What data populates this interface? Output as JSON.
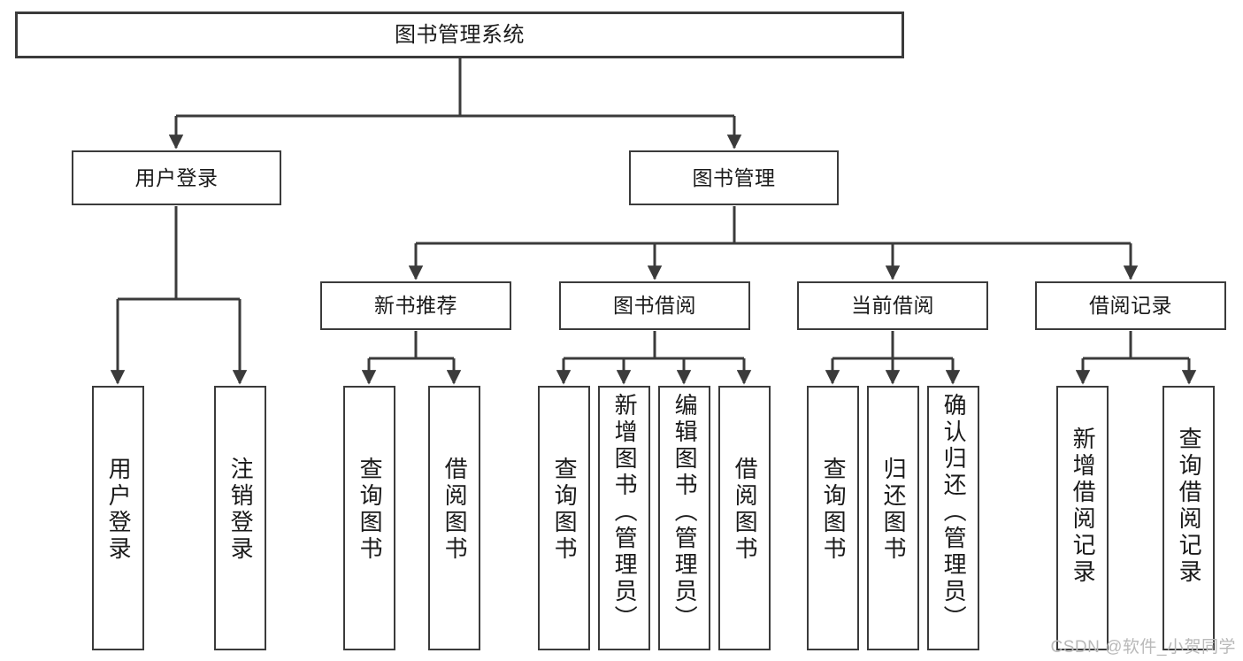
{
  "diagram": {
    "title": "图书管理系统",
    "type": "hierarchy-tree",
    "background_color": "#ffffff",
    "line_color": "#3b3b3b",
    "box_border_color": "#3b3b3b",
    "text_color": "#1a1a1a",
    "levels": 4
  },
  "root": {
    "label": "图书管理系统"
  },
  "level2": {
    "user_login": {
      "label": "用户登录"
    },
    "book_manage": {
      "label": "图书管理"
    }
  },
  "level3": {
    "new_book_recommend": {
      "label": "新书推荐"
    },
    "book_borrow": {
      "label": "图书借阅"
    },
    "current_borrow": {
      "label": "当前借阅"
    },
    "borrow_record": {
      "label": "借阅记录"
    }
  },
  "leaves": {
    "user_login_children": [
      {
        "label": "用户登录"
      },
      {
        "label": "注销登录"
      }
    ],
    "new_book_recommend_children": [
      {
        "label": "查询图书"
      },
      {
        "label": "借阅图书"
      }
    ],
    "book_borrow_children": [
      {
        "label": "查询图书"
      },
      {
        "label": "新增图书（管理员）"
      },
      {
        "label": "编辑图书（管理员）"
      },
      {
        "label": "借阅图书"
      }
    ],
    "current_borrow_children": [
      {
        "label": "查询图书"
      },
      {
        "label": "归还图书"
      },
      {
        "label": "确认归还（管理员）"
      }
    ],
    "borrow_record_children": [
      {
        "label": "新增借阅记录"
      },
      {
        "label": "查询借阅记录"
      }
    ]
  },
  "watermark": {
    "text": "CSDN @软件_小贺同学",
    "color": "#b9b9b9"
  }
}
